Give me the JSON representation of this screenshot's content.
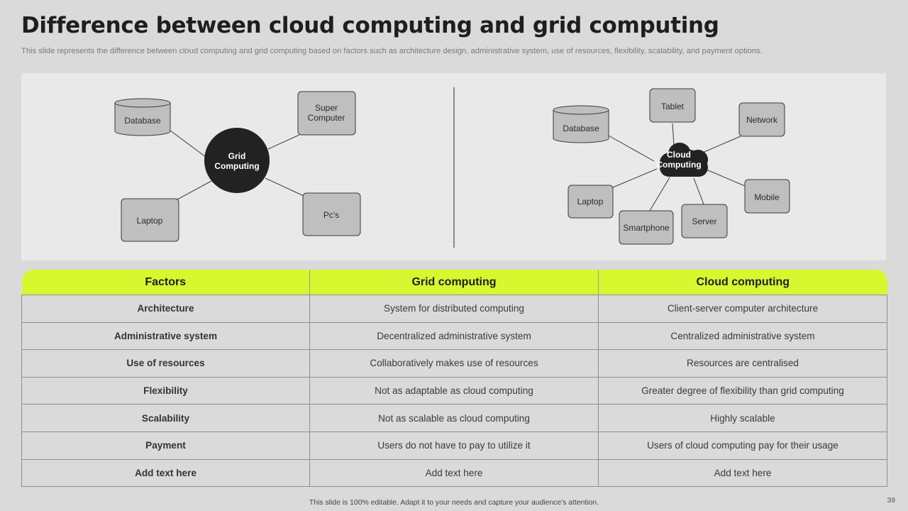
{
  "slide": {
    "title": "Difference between cloud computing and grid computing",
    "subtitle": "This slide represents the difference between cloud computing and grid computing based on factors such as architecture design, administrative system, use of resources, flexibility, scalability, and payment options.",
    "footer": "This slide is 100% editable.  Adapt it to your needs and capture your audience's attention.",
    "page_number": "39"
  },
  "grid_diagram": {
    "hub_line1": "Grid",
    "hub_line2": "Computing",
    "database": "Database",
    "super_computer_line1": "Super",
    "super_computer_line2": "Computer",
    "laptop": "Laptop",
    "pcs": "Pc's"
  },
  "cloud_diagram": {
    "hub_line1": "Cloud",
    "hub_line2": "Computing",
    "database": "Database",
    "tablet": "Tablet",
    "network": "Network",
    "laptop": "Laptop",
    "mobile": "Mobile",
    "smartphone": "Smartphone",
    "server": "Server"
  },
  "table": {
    "headers": [
      "Factors",
      "Grid computing",
      "Cloud computing"
    ],
    "rows": [
      [
        "Architecture",
        "System for distributed computing",
        "Client-server  computer architecture"
      ],
      [
        "Administrative system",
        "Decentralized  administrative  system",
        "Centralized  administrative  system"
      ],
      [
        "Use of resources",
        "Collaboratively  makes use of resources",
        "Resources  are  centralised"
      ],
      [
        "Flexibility",
        "Not as adaptable  as cloud computing",
        "Greater degree  of flexibility than grid computing"
      ],
      [
        "Scalability",
        "Not as scalable  as cloud computing",
        "Highly scalable"
      ],
      [
        "Payment",
        "Users do not have  to pay to utilize it",
        "Users of cloud computing pay for their usage"
      ],
      [
        "Add text here",
        "Add text here",
        "Add text here"
      ]
    ]
  },
  "colors": {
    "accent": "#d7f72f",
    "hub": "#222222",
    "node_fill": "#bfbfbf",
    "background": "#dadada",
    "panel": "#e9e9e9"
  }
}
